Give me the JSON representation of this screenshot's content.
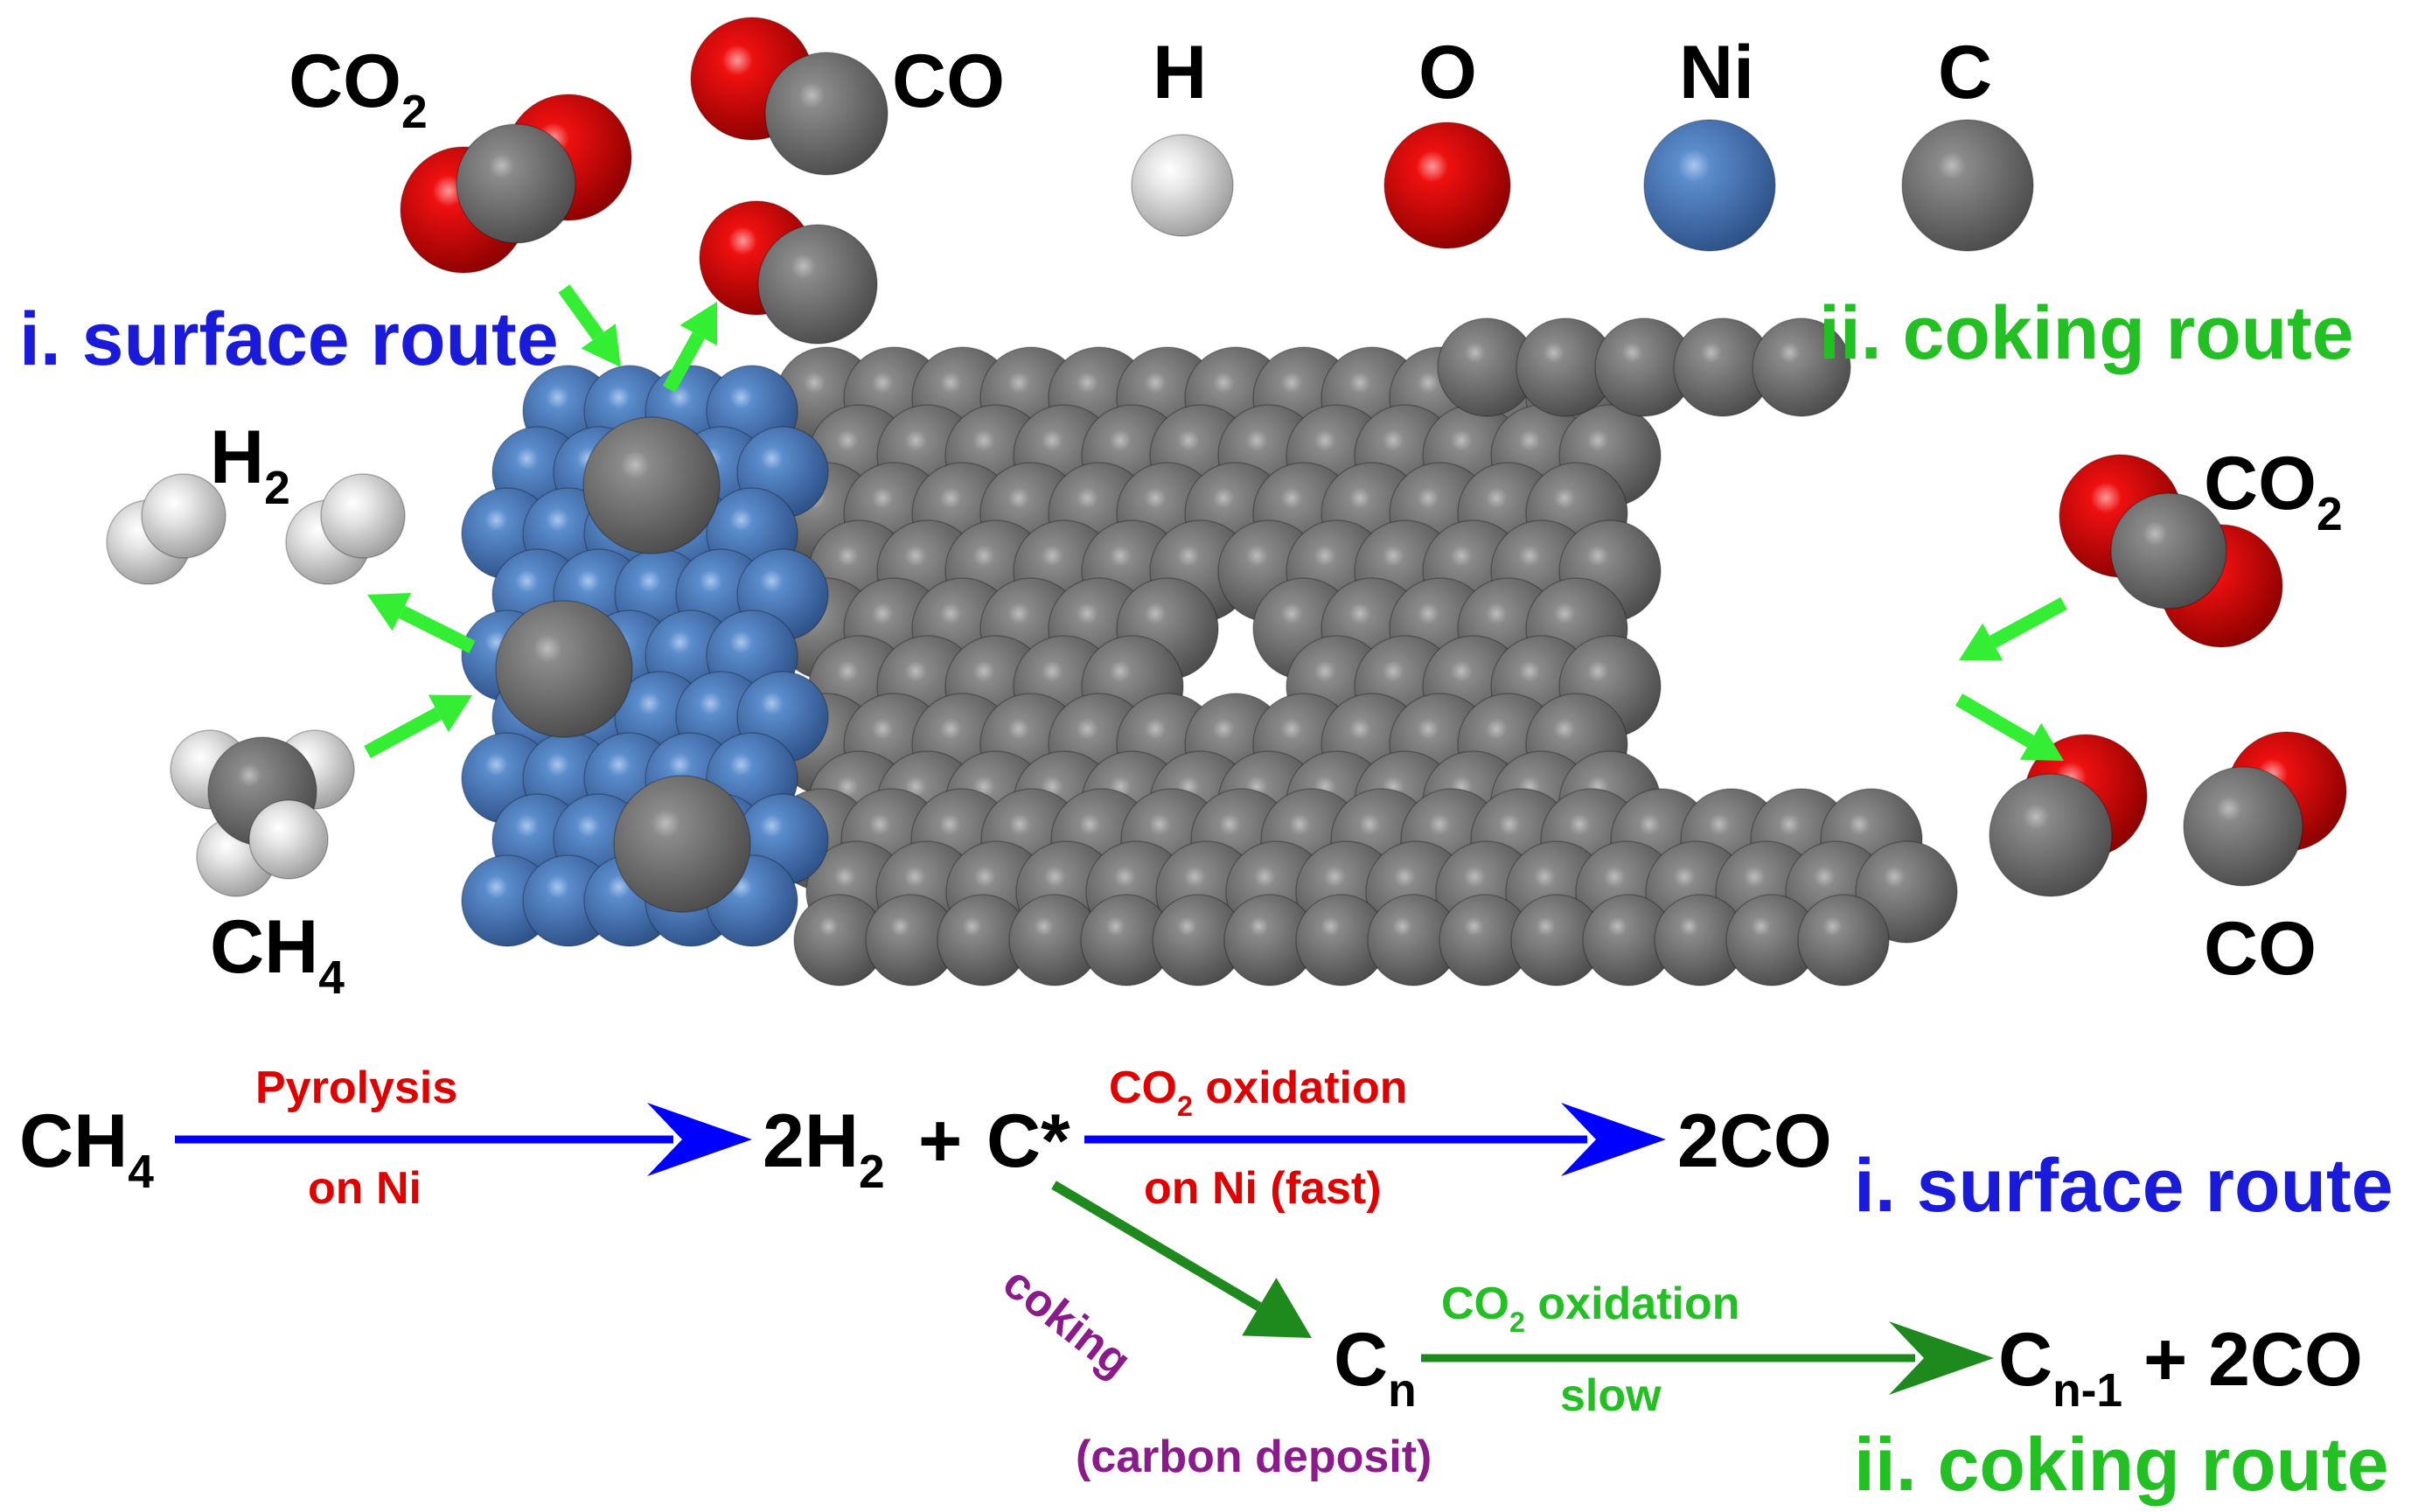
{
  "colors": {
    "hydrogen": "#e8e8e8",
    "oxygen": "#e60000",
    "nickel": "#4a78b8",
    "carbon": "#6e6e6e",
    "arrow_green": "#33ee33",
    "arrow_blue": "#0000ff",
    "arrow_darkgreen": "#1e8a1e",
    "text_blue": "#1a1adb",
    "text_green": "#22c022",
    "text_red": "#e00000",
    "text_purple": "#8b1a8b"
  },
  "legend": [
    {
      "symbol": "H",
      "color": "#e8e8e8"
    },
    {
      "symbol": "O",
      "color": "#e60000"
    },
    {
      "symbol": "Ni",
      "color": "#4a78b8"
    },
    {
      "symbol": "C",
      "color": "#6e6e6e"
    }
  ],
  "molecules": {
    "co2_top": {
      "main": "CO",
      "sub": "2"
    },
    "co_top": {
      "main": "CO",
      "sub": ""
    },
    "h2": {
      "main": "H",
      "sub": "2"
    },
    "ch4": {
      "main": "CH",
      "sub": "4"
    },
    "co2_right": {
      "main": "CO",
      "sub": "2"
    },
    "co_right": {
      "main": "CO",
      "sub": ""
    }
  },
  "routes": {
    "surface": "i. surface route",
    "coking": "ii. coking route"
  },
  "scheme": {
    "reactant": {
      "main": "CH",
      "sub": "4"
    },
    "step1_above": "Pyrolysis",
    "step1_below": "on Ni",
    "intermediate_h2": {
      "pre": "2H",
      "sub": "2"
    },
    "intermediate_plus": "+",
    "intermediate_c": "C*",
    "step2_above": {
      "pre": "CO",
      "sub": "2",
      "post": " oxidation"
    },
    "step2_below": "on Ni (fast)",
    "product_surface": "2CO",
    "surface_label": "i. surface route",
    "coking_label": "coking",
    "cn": {
      "main": "C",
      "sub": "n"
    },
    "carbon_deposit": "(carbon deposit)",
    "step3_above": {
      "pre": "CO",
      "sub": "2",
      "post": " oxidation"
    },
    "step3_below": "slow",
    "product_coking": {
      "main": "C",
      "sub": "n-1",
      "post": " + 2CO"
    },
    "coking_route_label": "ii. coking route"
  }
}
